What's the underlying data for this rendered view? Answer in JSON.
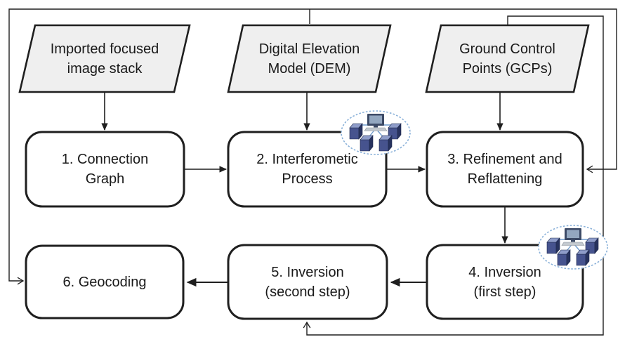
{
  "diagram": {
    "inputs": [
      {
        "id": "imported-focused-image-stack",
        "shape": "parallelogram",
        "line1": "Imported focused",
        "line2": "image stack"
      },
      {
        "id": "digital-elevation-model",
        "shape": "parallelogram",
        "line1": "Digital Elevation",
        "line2": "Model (DEM)"
      },
      {
        "id": "ground-control-points",
        "shape": "parallelogram",
        "line1": "Ground Control",
        "line2": "Points (GCPs)"
      }
    ],
    "steps": [
      {
        "id": "connection-graph",
        "shape": "rounded-rect",
        "line1": "1. Connection",
        "line2": "Graph"
      },
      {
        "id": "interferometric-process",
        "shape": "rounded-rect",
        "line1": "2. Interferometic",
        "line2": "Process"
      },
      {
        "id": "refinement-reflattening",
        "shape": "rounded-rect",
        "line1": "3. Refinement and",
        "line2": "Reflattening"
      },
      {
        "id": "inversion-first-step",
        "shape": "rounded-rect",
        "line1": "4. Inversion",
        "line2": "(first step)"
      },
      {
        "id": "inversion-second-step",
        "shape": "rounded-rect",
        "line1": "5. Inversion",
        "line2": "(second step)"
      },
      {
        "id": "geocoding",
        "shape": "rounded-rect",
        "line1": "6. Geocoding",
        "line2": ""
      }
    ],
    "icons": [
      {
        "id": "network-cluster-icon",
        "attached_to": "2. Interferometic Process"
      },
      {
        "id": "network-cluster-icon",
        "attached_to": "4. Inversion (first step)"
      }
    ],
    "connections": [
      {
        "from": "Imported focused image stack",
        "to": "1. Connection Graph",
        "style": "solid-arrow"
      },
      {
        "from": "Digital Elevation Model (DEM)",
        "to": "2. Interferometic Process",
        "style": "solid-arrow"
      },
      {
        "from": "Digital Elevation Model (DEM)",
        "to": "3. Refinement and Reflattening",
        "style": "thin-open-arrow"
      },
      {
        "from": "Digital Elevation Model (DEM)",
        "to": "6. Geocoding",
        "style": "thin-open-arrow"
      },
      {
        "from": "Ground Control Points (GCPs)",
        "to": "3. Refinement and Reflattening",
        "style": "solid-arrow"
      },
      {
        "from": "Ground Control Points (GCPs)",
        "to": "5. Inversion (second step)",
        "style": "thin-open-arrow"
      },
      {
        "from": "1. Connection Graph",
        "to": "2. Interferometic Process",
        "style": "solid-arrow"
      },
      {
        "from": "2. Interferometic Process",
        "to": "3. Refinement and Reflattening",
        "style": "solid-arrow"
      },
      {
        "from": "3. Refinement and Reflattening",
        "to": "4. Inversion (first step)",
        "style": "solid-arrow"
      },
      {
        "from": "4. Inversion (first step)",
        "to": "5. Inversion (second step)",
        "style": "solid-arrow"
      },
      {
        "from": "5. Inversion (second step)",
        "to": "6. Geocoding",
        "style": "solid-arrow"
      }
    ],
    "colors": {
      "line": "#1f1f1f",
      "text": "#1a1a1a",
      "input_fill": "#efefef",
      "box_fill": "#ffffff",
      "icon_ring": "#8ab1d9",
      "icon_cable": "#6f9bcd",
      "cube_front": "#46538e",
      "cube_top": "#8e9cc9",
      "cube_side": "#27325e",
      "monitor_bezel": "#3c4a66",
      "monitor_screen": "#93a7c0",
      "keyboard": "#c3c9cf"
    }
  }
}
